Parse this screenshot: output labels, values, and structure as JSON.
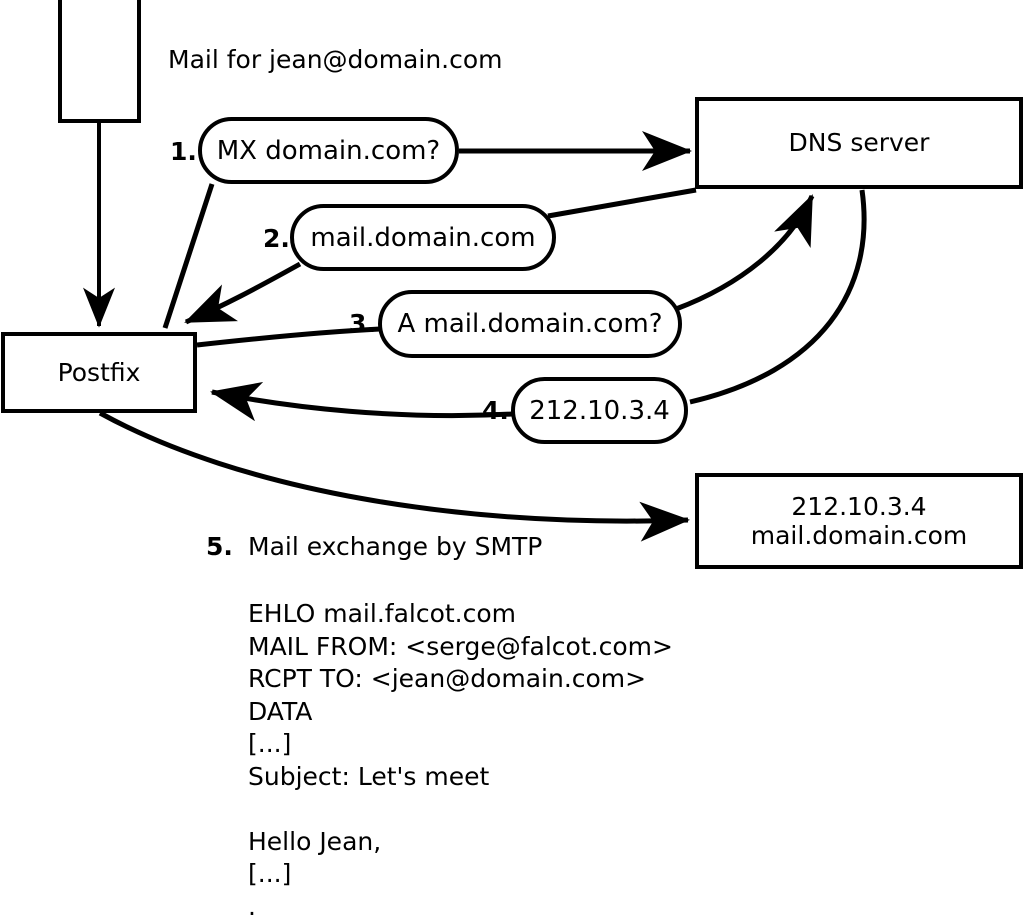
{
  "diagram": {
    "title_text": "Mail for jean@domain.com",
    "nodes": {
      "client": {
        "label": ""
      },
      "dns_server": {
        "label": "DNS server"
      },
      "postfix": {
        "label": "Postfix"
      },
      "mail_server": {
        "line1": "212.10.3.4",
        "line2": "mail.domain.com"
      }
    },
    "steps": [
      {
        "num": "1.",
        "label": "MX domain.com?"
      },
      {
        "num": "2.",
        "label": "mail.domain.com"
      },
      {
        "num": "3.",
        "label": "A mail.domain.com?"
      },
      {
        "num": "4.",
        "label": "212.10.3.4"
      },
      {
        "num": "5.",
        "label": "Mail exchange by SMTP"
      }
    ],
    "smtp_transcript": [
      "EHLO mail.falcot.com",
      "MAIL FROM: <serge@falcot.com>",
      "RCPT TO: <jean@domain.com>",
      "DATA",
      "[...]",
      "Subject: Let's meet",
      "",
      "Hello Jean,",
      "[...]",
      "."
    ],
    "colors": {
      "stroke": "#000000",
      "fill": "#ffffff",
      "text": "#000000"
    }
  }
}
